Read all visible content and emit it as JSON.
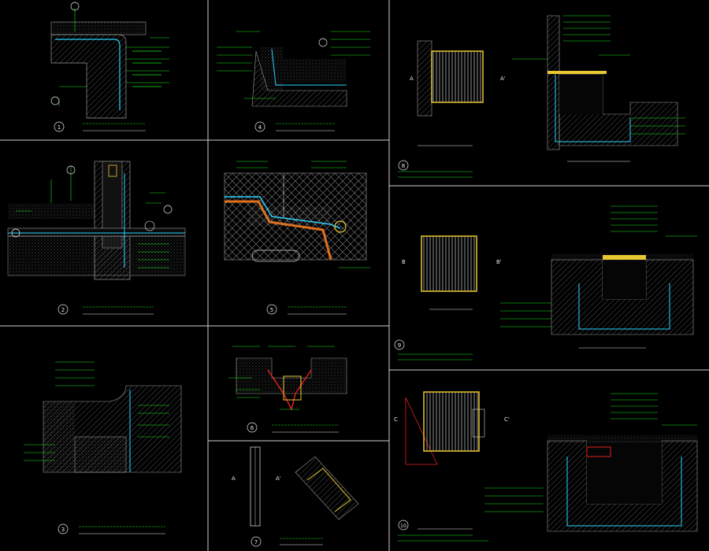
{
  "detail_numbers": [
    "1",
    "2",
    "3",
    "4",
    "5",
    "6",
    "7",
    "8",
    "9",
    "10"
  ],
  "letters": {
    "a": "A",
    "a_prime": "A'",
    "b": "B",
    "b_prime": "B'",
    "c": "C",
    "c_prime": "C'"
  },
  "colors": {
    "bg": "#000000",
    "frame": "#cfcfcf",
    "concrete": "#9a9a9a",
    "leader": "#19e619",
    "membrane": "#2ad4ff",
    "highlight": "#e8c832",
    "brick": "#e0701c",
    "red": "#e02020",
    "text": "#e6e6e6"
  }
}
